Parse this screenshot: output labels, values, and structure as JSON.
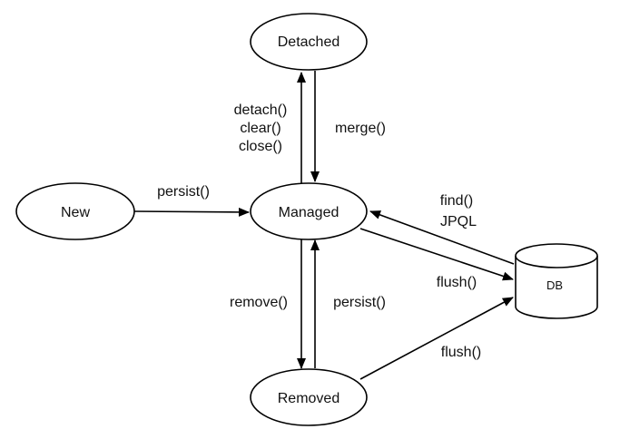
{
  "nodes": {
    "detached": "Detached",
    "new": "New",
    "managed": "Managed",
    "removed": "Removed",
    "db": "DB"
  },
  "edges": {
    "managed_to_detached": [
      "detach()",
      "clear()",
      "close()"
    ],
    "detached_to_managed": "merge()",
    "new_to_managed": "persist()",
    "db_to_managed": [
      "find()",
      "JPQL"
    ],
    "managed_to_db": "flush()",
    "managed_to_removed": "remove()",
    "removed_to_managed": "persist()",
    "removed_to_db": "flush()"
  },
  "colors": {
    "stroke": "#000000",
    "fill": "#ffffff",
    "text": "#111111"
  }
}
